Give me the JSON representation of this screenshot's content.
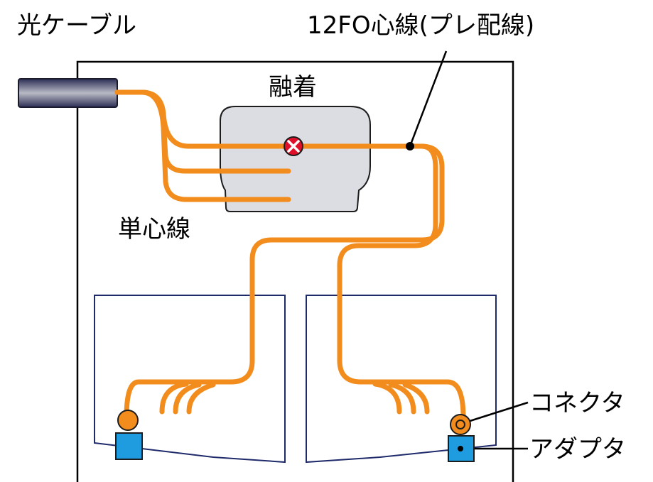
{
  "labels": {
    "optical_cable": "光ケーブル",
    "fiber_12fo": "12FO心線(プレ配線)",
    "fusion": "融着",
    "single_fiber": "単心線",
    "connector": "コネクタ",
    "adapter": "アダプタ"
  },
  "colors": {
    "fiber": "#f28c1c",
    "splice_box": "#dcdde2",
    "adapter": "#1f9be0",
    "connector": "#f28c1c",
    "fusion_mark": "#e0102a",
    "cable": "#2b2d55",
    "outline": "#000000",
    "tray_outline": "#1f2a6b"
  },
  "icons": {
    "fusion_point": "x-circle-icon"
  }
}
